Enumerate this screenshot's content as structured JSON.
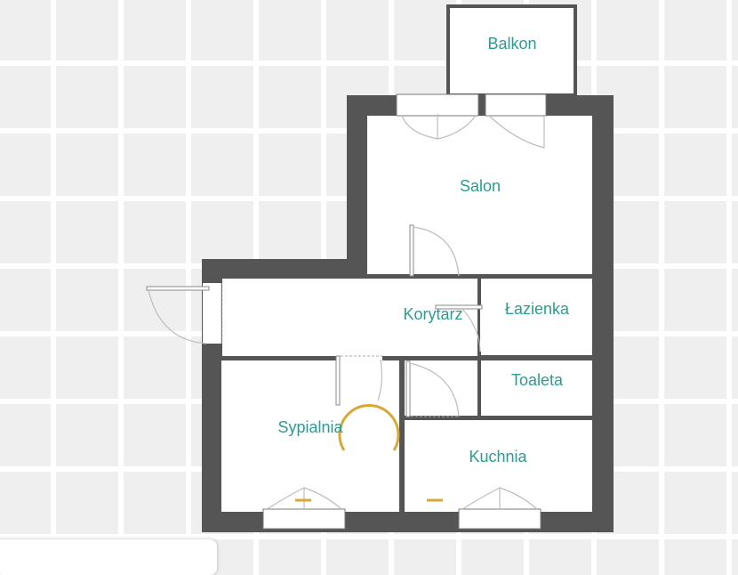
{
  "floor_plan": {
    "rooms": [
      {
        "id": "balkon",
        "label": "Balkon"
      },
      {
        "id": "salon",
        "label": "Salon"
      },
      {
        "id": "korytarz",
        "label": "Korytarz"
      },
      {
        "id": "lazienka",
        "label": "Łazienka"
      },
      {
        "id": "toaleta",
        "label": "Toaleta"
      },
      {
        "id": "sypialnia",
        "label": "Sypialnia"
      },
      {
        "id": "kuchnia",
        "label": "Kuchnia"
      }
    ],
    "colors": {
      "wall": "#555555",
      "floor": "#ffffff",
      "label": "#2a9d8f",
      "hotspot": "#d9a734",
      "background": "#efefef"
    }
  }
}
